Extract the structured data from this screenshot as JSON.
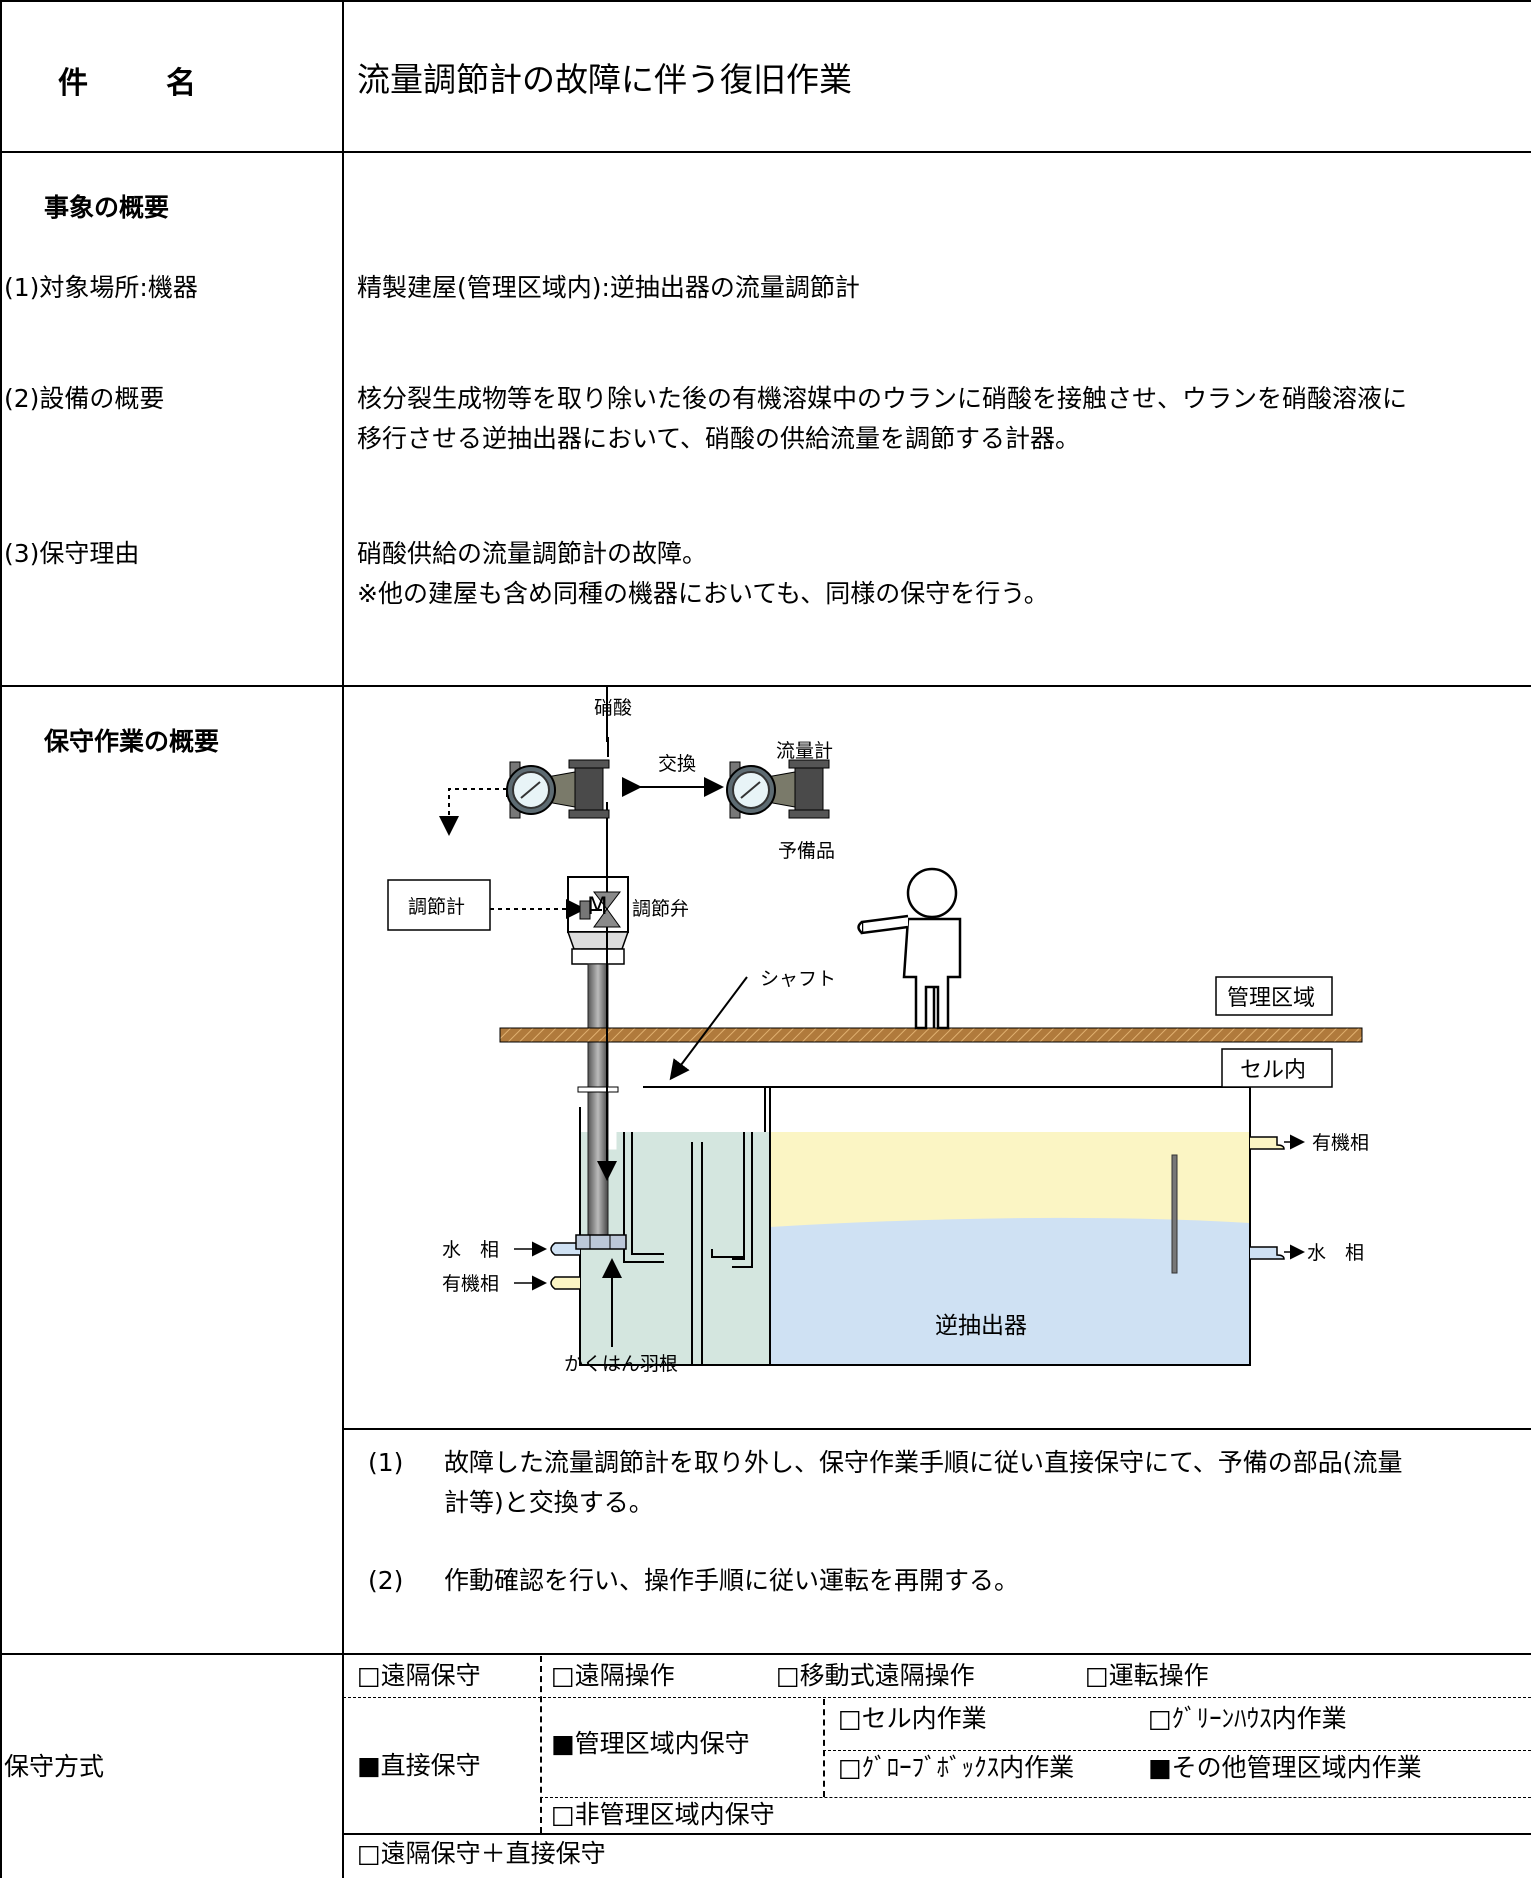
{
  "header": {
    "label_char1": "件",
    "label_char2": "名",
    "title": "流量調節計の故障に伴う復旧作業"
  },
  "event": {
    "heading": "事象の概要",
    "location_label": "(1)対象場所:機器",
    "location_value": "精製建屋(管理区域内):逆抽出器の流量調節計",
    "equipment_label": "(2)設備の概要",
    "equipment_line1": "核分裂生成物等を取り除いた後の有機溶媒中のウランに硝酸を接触させ、ウランを硝酸溶液に",
    "equipment_line2": "移行させる逆抽出器において、硝酸の供給流量を調節する計器。",
    "reason_label": "(3)保守理由",
    "reason_line1": "硝酸供給の流量調節計の故障。",
    "reason_line2": "※他の建屋も含め同種の機器においても、同様の保守を行う。"
  },
  "maintenance": {
    "heading": "保守作業の概要",
    "diagram": {
      "nitric_acid": "硝酸",
      "exchange": "交換",
      "flowmeter": "流量計",
      "spare": "予備品",
      "controller": "調節計",
      "control_valve": "調節弁",
      "motor": "M",
      "shaft": "シャフト",
      "controlled_area": "管理区域",
      "cell_inside": "セル内",
      "organic_out": "有機相",
      "aqueous_out": "水　相",
      "aqueous_in": "水　相",
      "organic_in": "有機相",
      "extractor": "逆抽出器",
      "impeller": "かくはん羽根"
    },
    "step1_num": "(1)",
    "step1_line1": "故障した流量調節計を取り外し、保守作業手順に従い直接保守にて、予備の部品(流量",
    "step1_line2": "計等)と交換する。",
    "step2_num": "(2)",
    "step2_text": "作動確認を行い、操作手順に従い運転を再開する。"
  },
  "method": {
    "label": "保守方式",
    "remote": "□遠隔保守",
    "remote_op": "□遠隔操作",
    "mobile_remote_op": "□移動式遠隔操作",
    "operation": "□運転操作",
    "direct": "■直接保守",
    "controlled_area_maint": "■管理区域内保守",
    "cell_work": "□セル内作業",
    "greenhouse_work": "□ｸﾞﾘｰﾝﾊｳｽ内作業",
    "glovebox_work": "□ｸﾞﾛｰﾌﾞﾎﾞｯｸｽ内作業",
    "other_area_work": "■その他管理区域内作業",
    "non_controlled": "□非管理区域内保守",
    "remote_plus_direct": "□遠隔保守＋直接保守"
  },
  "colors": {
    "organic_phase": "#fbf5c4",
    "aqueous_phase": "#cfe1f3",
    "mix_zone": "#d4e6df",
    "floor": "#b07a3c"
  }
}
